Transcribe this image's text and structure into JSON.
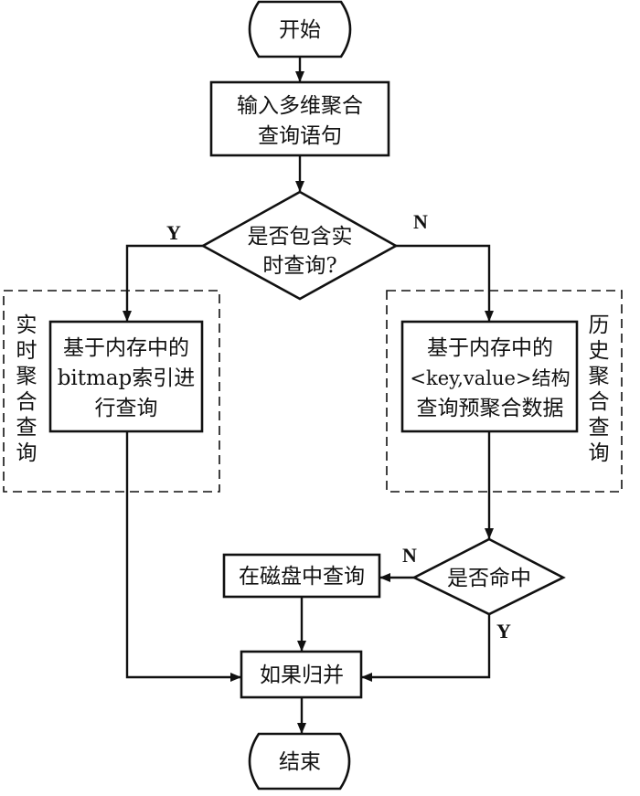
{
  "diagram": {
    "type": "flowchart",
    "nodes": {
      "start": "开始",
      "input": [
        "输入多维聚合",
        "查询语句"
      ],
      "decision_realtime": [
        "是否包含实",
        "时查询?"
      ],
      "realtime_query": [
        "基于内存中的",
        "bitmap索引进",
        "行查询"
      ],
      "history_query": [
        "基于内存中的",
        "<key,value>结构",
        "查询预聚合数据"
      ],
      "decision_hit": "是否命中",
      "disk_query": "在磁盘中查询",
      "merge": "如果归并",
      "end": "结束"
    },
    "groups": {
      "realtime": [
        "实",
        "时",
        "聚",
        "合",
        "查",
        "询"
      ],
      "history": [
        "历",
        "史",
        "聚",
        "合",
        "查",
        "询"
      ]
    },
    "edge_labels": {
      "realtime_yes": "Y",
      "realtime_no": "N",
      "hit_no": "N",
      "hit_yes": "Y"
    },
    "edges": [
      {
        "from": "start",
        "to": "input"
      },
      {
        "from": "input",
        "to": "decision_realtime"
      },
      {
        "from": "decision_realtime",
        "to": "realtime_query",
        "label": "Y"
      },
      {
        "from": "decision_realtime",
        "to": "history_query",
        "label": "N"
      },
      {
        "from": "history_query",
        "to": "decision_hit"
      },
      {
        "from": "decision_hit",
        "to": "disk_query",
        "label": "N"
      },
      {
        "from": "decision_hit",
        "to": "merge",
        "label": "Y"
      },
      {
        "from": "disk_query",
        "to": "merge"
      },
      {
        "from": "realtime_query",
        "to": "merge"
      },
      {
        "from": "merge",
        "to": "end"
      }
    ]
  }
}
